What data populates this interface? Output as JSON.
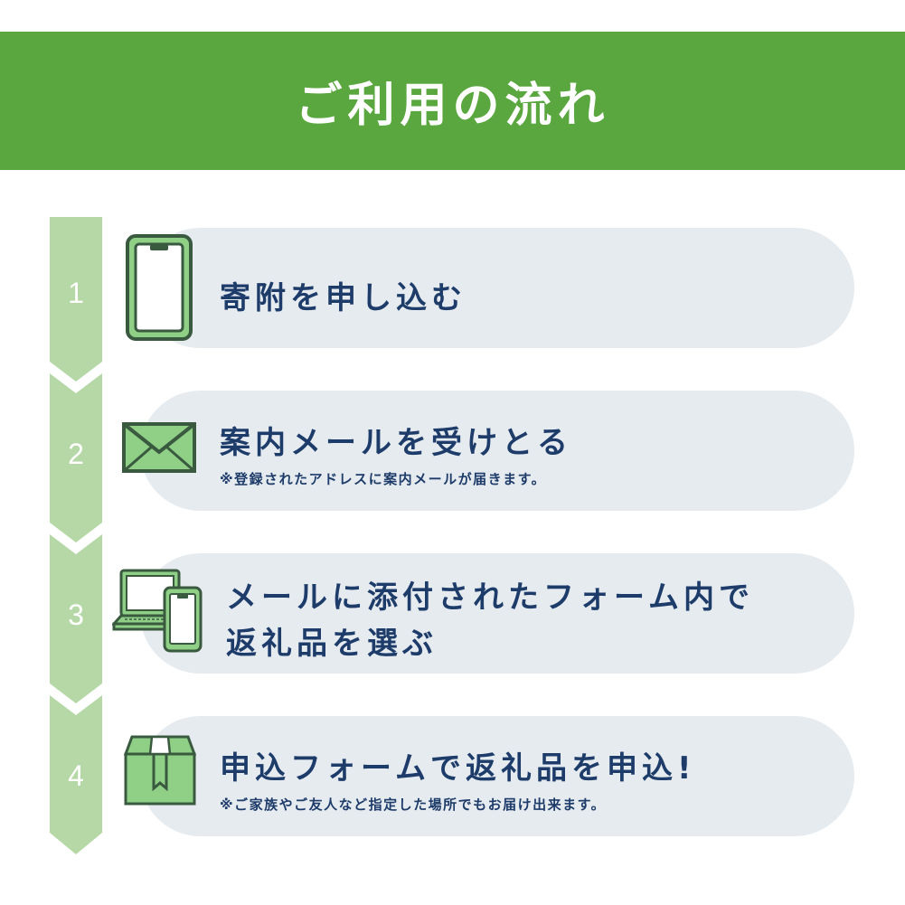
{
  "banner": {
    "title": "ご利用の流れ"
  },
  "colors": {
    "brand_green": "#5aa63f",
    "arrow_green": "#b5d8a6",
    "card_bg": "#e6ebf0",
    "text_navy": "#1e3c6a",
    "icon_fill": "#8fcf86",
    "icon_stroke": "#3a5a40"
  },
  "steps": [
    {
      "number": "1",
      "icon": "smartphone-icon",
      "title": "寄附を申し込む",
      "note": ""
    },
    {
      "number": "2",
      "icon": "envelope-icon",
      "title": "案内メールを受けとる",
      "note": "※登録されたアドレスに案内メールが届きます。"
    },
    {
      "number": "3",
      "icon": "laptop-and-phone-icon",
      "title_line1": "メールに添付されたフォーム内で",
      "title_line2": "返礼品を選ぶ",
      "note": ""
    },
    {
      "number": "4",
      "icon": "package-box-icon",
      "title": "申込フォームで返礼品を申込!",
      "note": "※ご家族やご友人など指定した場所でもお届け出来ます。"
    }
  ]
}
